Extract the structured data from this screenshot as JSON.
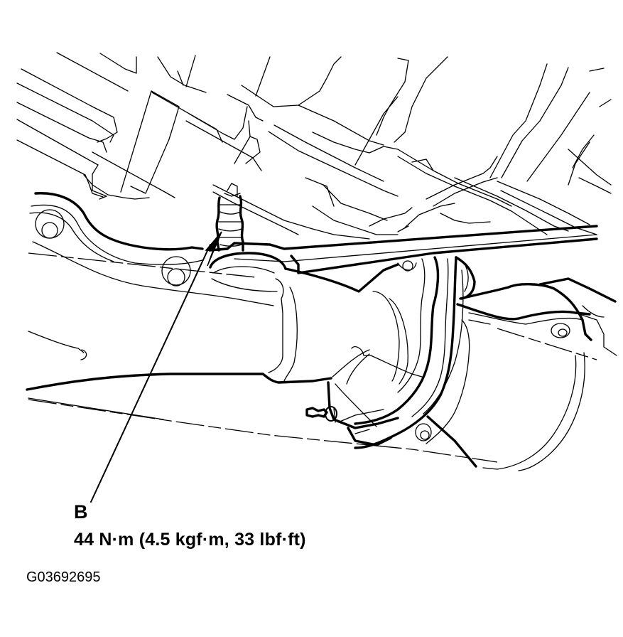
{
  "figure": {
    "description": "Underbody line drawing: exhaust pipe flange with oxygen sensor, arrow pointing to sensor",
    "callout": {
      "letter": "B",
      "torque_spec": "44 N·m (4.5 kgf·m, 33 lbf·ft)"
    },
    "figure_id": "G03692695",
    "colors": {
      "line": "#000000",
      "background": "#ffffff"
    }
  }
}
